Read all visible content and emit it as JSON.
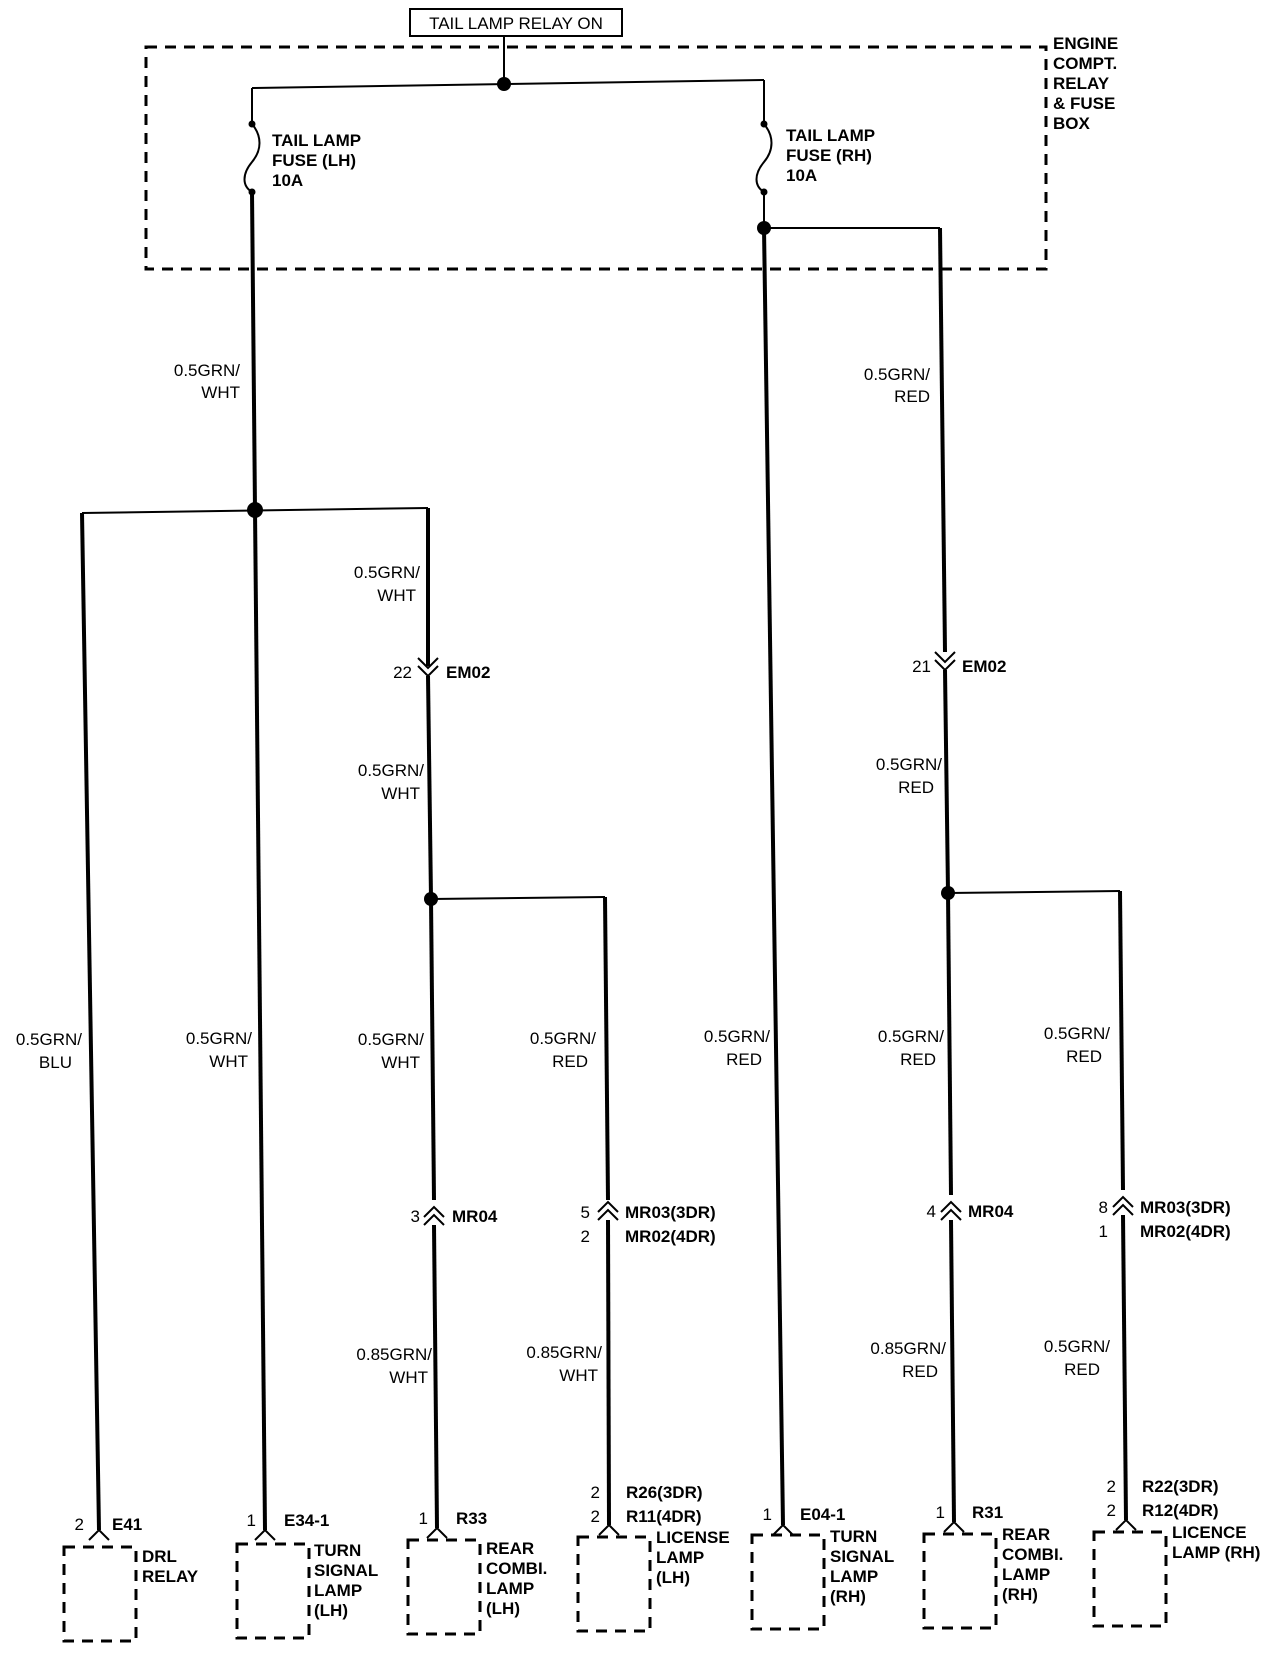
{
  "relay_box": {
    "relay_on": "TAIL LAMP RELAY ON",
    "box_label": [
      "ENGINE",
      "COMPT.",
      "RELAY",
      "& FUSE",
      "BOX"
    ],
    "fuse_lh": [
      "TAIL LAMP",
      "FUSE (LH)",
      "10A"
    ],
    "fuse_rh": [
      "TAIL LAMP",
      "FUSE (RH)",
      "10A"
    ]
  },
  "wires": {
    "feed_lh": [
      "0.5GRN/",
      "WHT"
    ],
    "feed_rh": [
      "0.5GRN/",
      "RED"
    ],
    "lh_em02_upper": [
      "0.5GRN/",
      "WHT"
    ],
    "lh_em02_lower": [
      "0.5GRN/",
      "WHT"
    ],
    "rh_em02_lower": [
      "0.5GRN/",
      "RED"
    ],
    "drl": [
      "0.5GRN/",
      "BLU"
    ],
    "turn_lh": [
      "0.5GRN/",
      "WHT"
    ],
    "mr04_lh_upper": [
      "0.5GRN/",
      "WHT"
    ],
    "mr03_lh_upper": [
      "0.5GRN/",
      "RED"
    ],
    "turn_rh": [
      "0.5GRN/",
      "RED"
    ],
    "mr04_rh_upper": [
      "0.5GRN/",
      "RED"
    ],
    "mr03_rh_upper": [
      "0.5GRN/",
      "RED"
    ],
    "mr04_lh_lower": [
      "0.85GRN/",
      "WHT"
    ],
    "mr03_lh_lower": [
      "0.85GRN/",
      "WHT"
    ],
    "mr04_rh_lower": [
      "0.85GRN/",
      "RED"
    ],
    "mr03_rh_lower": [
      "0.5GRN/",
      "RED"
    ]
  },
  "connectors": {
    "em02_lh": {
      "pin": "22",
      "name": "EM02"
    },
    "em02_rh": {
      "pin": "21",
      "name": "EM02"
    },
    "mr04_lh": {
      "pin": "3",
      "name": "MR04"
    },
    "mr03_lh": {
      "pins": [
        "5",
        "2"
      ],
      "names": [
        "MR03(3DR)",
        "MR02(4DR)"
      ]
    },
    "mr04_rh": {
      "pin": "4",
      "name": "MR04"
    },
    "mr03_rh": {
      "pins": [
        "8",
        "1"
      ],
      "names": [
        "MR03(3DR)",
        "MR02(4DR)"
      ]
    }
  },
  "components": [
    {
      "pin": "2",
      "conn": "E41",
      "label": [
        "DRL",
        "RELAY"
      ]
    },
    {
      "pin": "1",
      "conn": "E34-1",
      "label": [
        "TURN",
        "SIGNAL",
        "LAMP",
        "(LH)"
      ]
    },
    {
      "pin": "1",
      "conn": "R33",
      "label": [
        "REAR",
        "COMBI.",
        "LAMP",
        "(LH)"
      ]
    },
    {
      "pins": [
        "2",
        "2"
      ],
      "conns": [
        "R26(3DR)",
        "R11(4DR)"
      ],
      "label": [
        "LICENSE",
        "LAMP",
        "(LH)"
      ]
    },
    {
      "pin": "1",
      "conn": "E04-1",
      "label": [
        "TURN",
        "SIGNAL",
        "LAMP",
        "(RH)"
      ]
    },
    {
      "pin": "1",
      "conn": "R31",
      "label": [
        "REAR",
        "COMBI.",
        "LAMP",
        "(RH)"
      ]
    },
    {
      "pins": [
        "2",
        "2"
      ],
      "conns": [
        "R22(3DR)",
        "R12(4DR)"
      ],
      "label": [
        "LICENCE",
        "LAMP (RH)"
      ]
    }
  ]
}
